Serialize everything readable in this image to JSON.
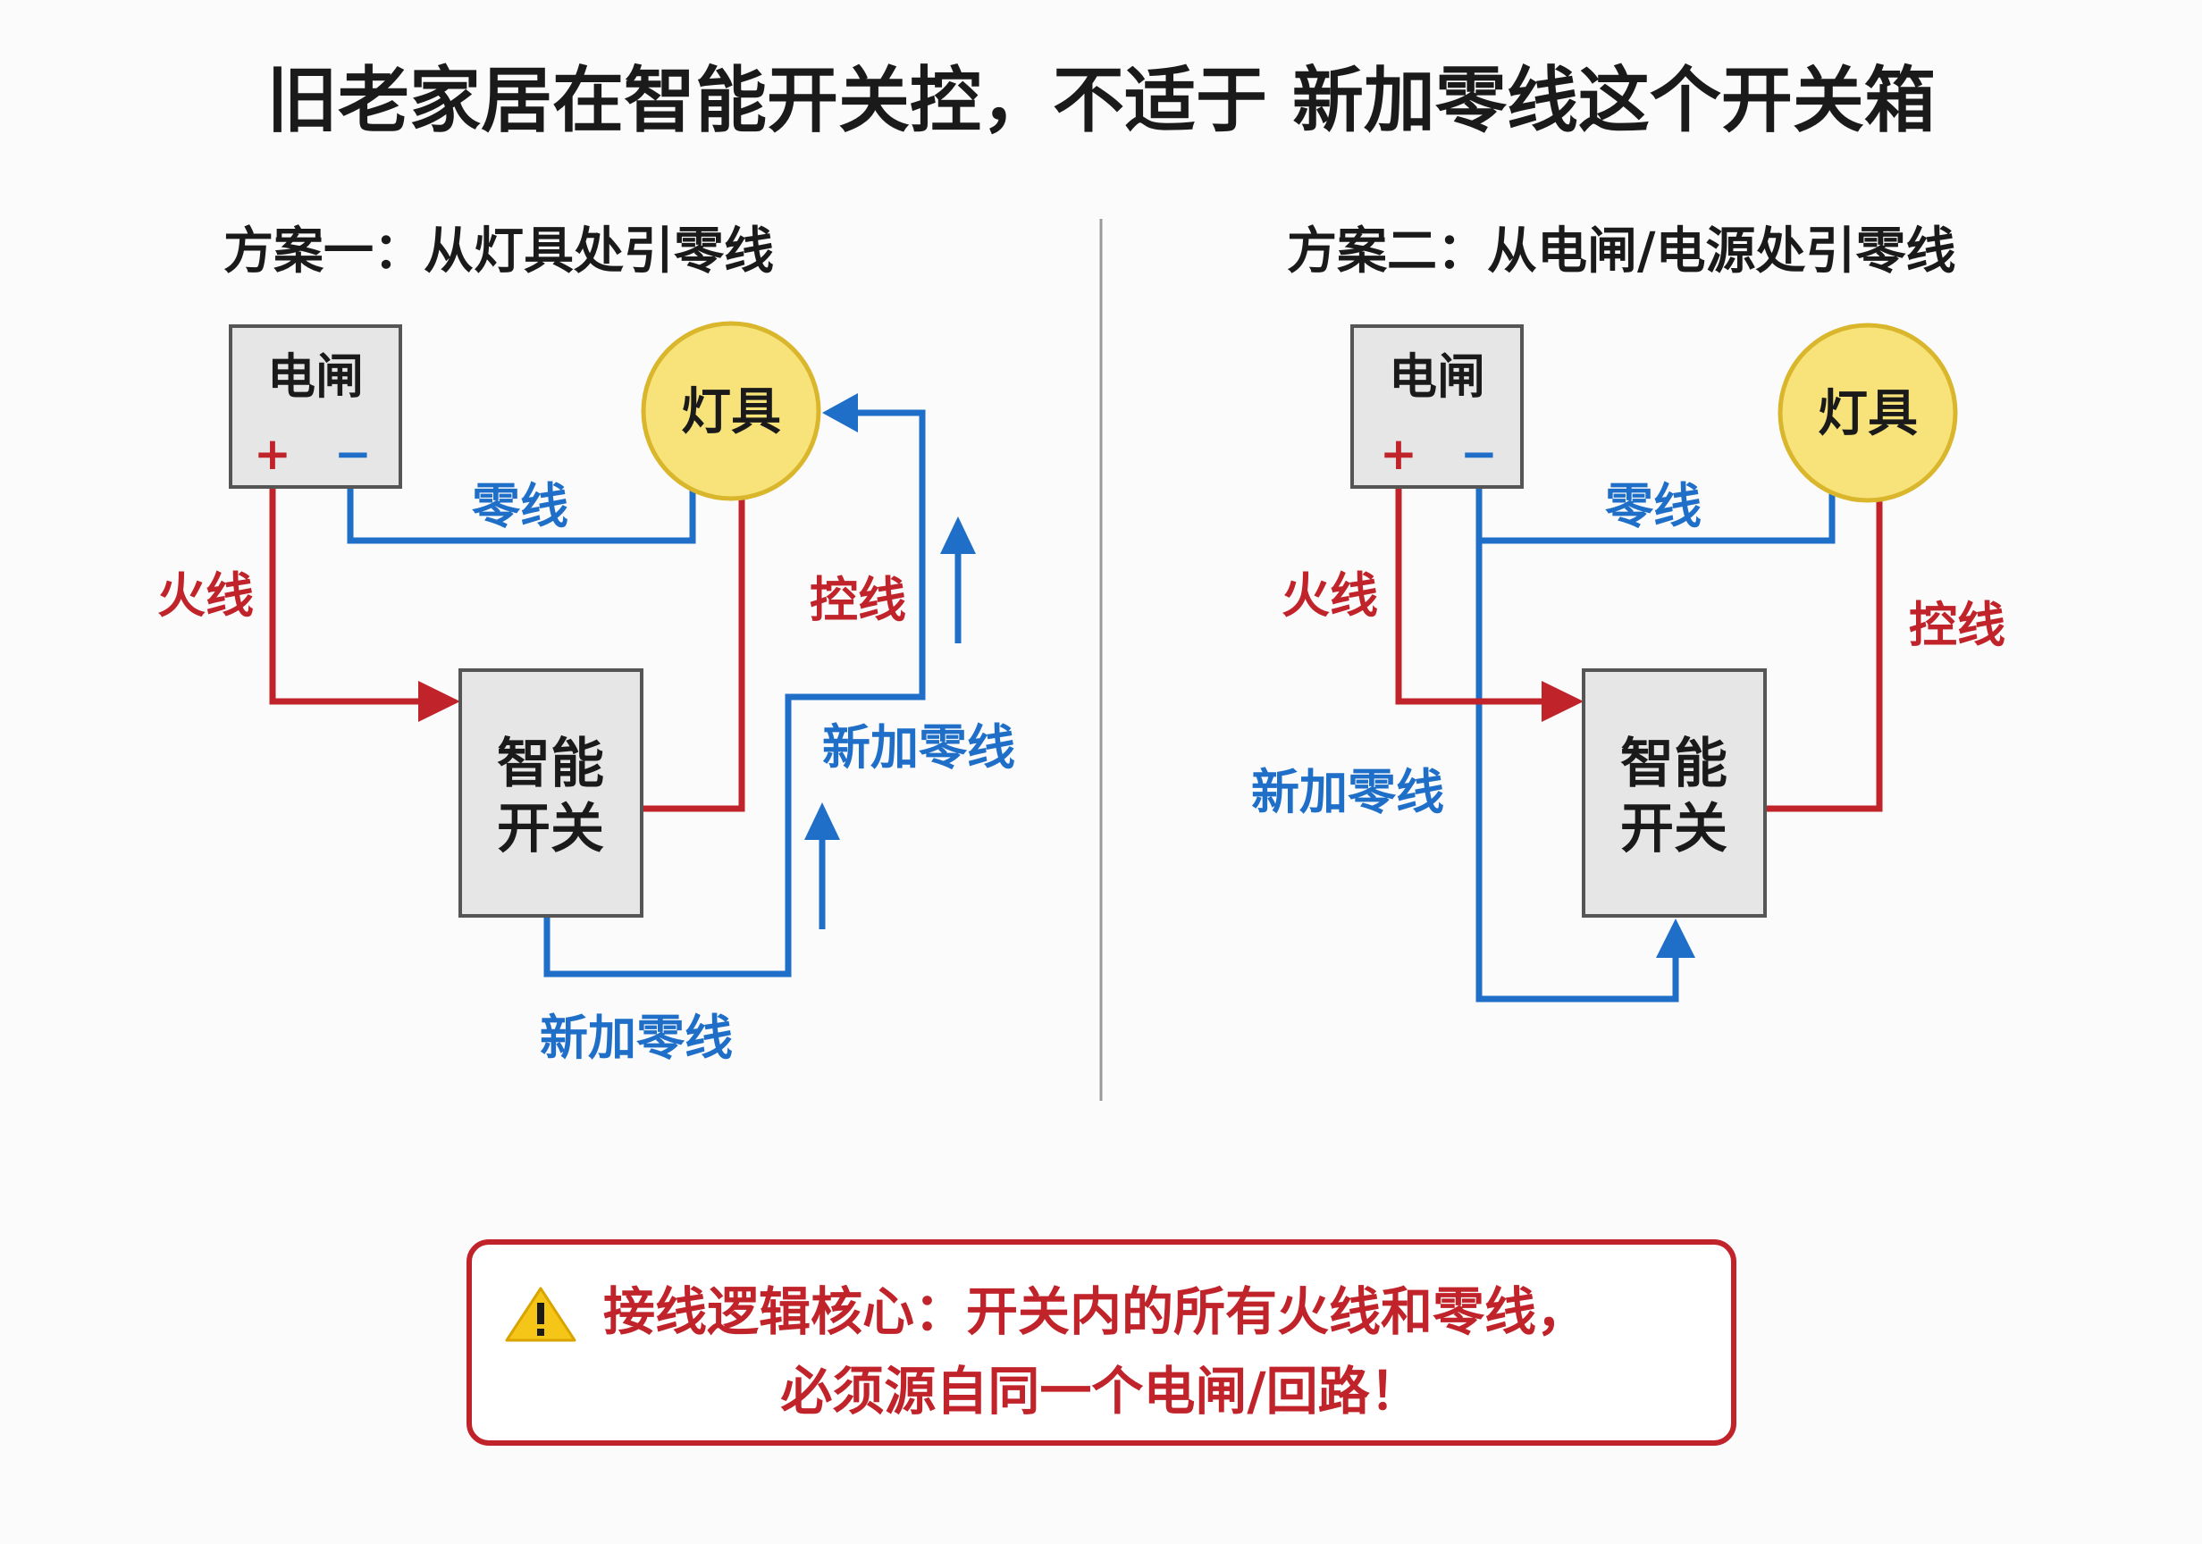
{
  "title": "旧老家居在智能开关控，不适于 新加零线这个开关箱",
  "colors": {
    "live": "#c0232a",
    "neutral": "#1f6fc8",
    "box_fill": "#e6e6e6",
    "box_stroke": "#555555",
    "lamp_fill": "#f7e37a",
    "lamp_stroke": "#d9b62c",
    "warn": "#c0232a",
    "warn_icon": "#f5c518"
  },
  "left": {
    "heading": "方案一：从灯具处引零线",
    "breaker": {
      "label": "电闸",
      "plus": "+",
      "minus": "−"
    },
    "lamp": {
      "label": "灯具"
    },
    "switch": {
      "line1": "智能",
      "line2": "开关"
    },
    "labels": {
      "neutral": "零线",
      "live": "火线",
      "control": "控线",
      "new_neutral_right": "新加零线",
      "new_neutral_bottom": "新加零线"
    }
  },
  "right": {
    "heading": "方案二：从电闸/电源处引零线",
    "breaker": {
      "label": "电闸",
      "plus": "+",
      "minus": "−"
    },
    "lamp": {
      "label": "灯具"
    },
    "switch": {
      "line1": "智能",
      "line2": "开关"
    },
    "labels": {
      "neutral": "零线",
      "live": "火线",
      "control": "控线",
      "new_neutral": "新加零线"
    }
  },
  "warning": {
    "icon": "warning-triangle-icon",
    "line1": "接线逻辑核心：开关内的所有火线和零线，",
    "line2": "必须源自同一个电闸/回路！"
  }
}
